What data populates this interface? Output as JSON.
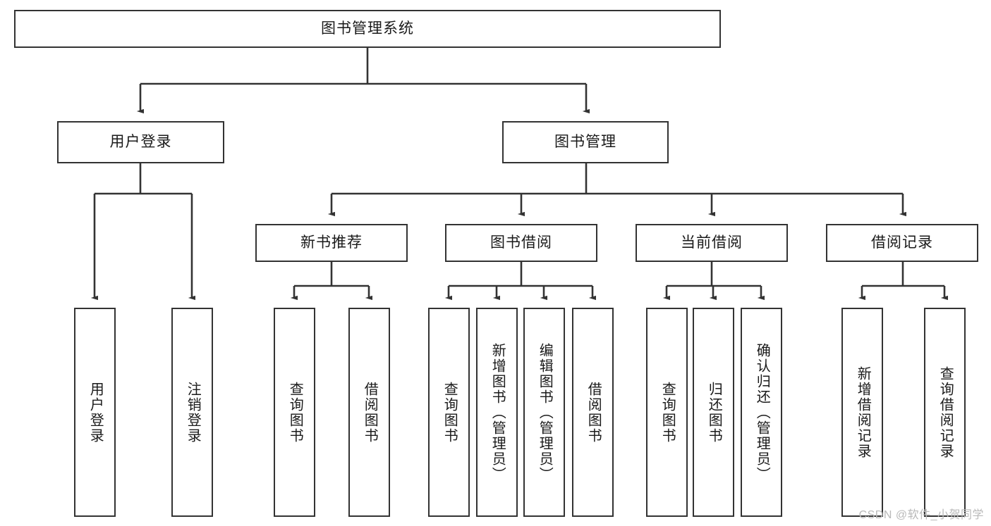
{
  "diagram": {
    "type": "tree-hierarchy",
    "title": "图书管理系统",
    "watermark": "CSDN @软件_小贺同学",
    "colors": {
      "box_border": "#333333",
      "box_fill": "#ffffff",
      "connector": "#333333",
      "text": "#1a1a1a",
      "watermark": "#b9b9b9"
    },
    "nodes": {
      "root": {
        "label": "图书管理系统"
      },
      "level2": [
        {
          "id": "user-login",
          "label": "用户登录"
        },
        {
          "id": "book-manage",
          "label": "图书管理"
        }
      ],
      "level3": [
        {
          "id": "new-book-recommend",
          "label": "新书推荐"
        },
        {
          "id": "book-borrow",
          "label": "图书借阅"
        },
        {
          "id": "current-borrow",
          "label": "当前借阅"
        },
        {
          "id": "borrow-record",
          "label": "借阅记录"
        }
      ],
      "leaves": {
        "user_login": [
          {
            "id": "leaf-user-login",
            "label": "用户登录"
          },
          {
            "id": "leaf-logout-login",
            "label": "注销登录"
          }
        ],
        "new_book_recommend": [
          {
            "id": "leaf-query-book-1",
            "label": "查询图书"
          },
          {
            "id": "leaf-borrow-book-1",
            "label": "借阅图书"
          }
        ],
        "book_borrow": [
          {
            "id": "leaf-query-book-2",
            "label": "查询图书"
          },
          {
            "id": "leaf-add-book",
            "label": "新增图书（管理员）"
          },
          {
            "id": "leaf-edit-book",
            "label": "编辑图书（管理员）"
          },
          {
            "id": "leaf-borrow-book-2",
            "label": "借阅图书"
          }
        ],
        "current_borrow": [
          {
            "id": "leaf-query-book-3",
            "label": "查询图书"
          },
          {
            "id": "leaf-return-book",
            "label": "归还图书"
          },
          {
            "id": "leaf-confirm-return",
            "label": "确认归还（管理员）"
          }
        ],
        "borrow_record": [
          {
            "id": "leaf-add-borrow-record",
            "label": "新增借阅记录"
          },
          {
            "id": "leaf-query-borrow-record",
            "label": "查询借阅记录"
          }
        ]
      }
    }
  }
}
